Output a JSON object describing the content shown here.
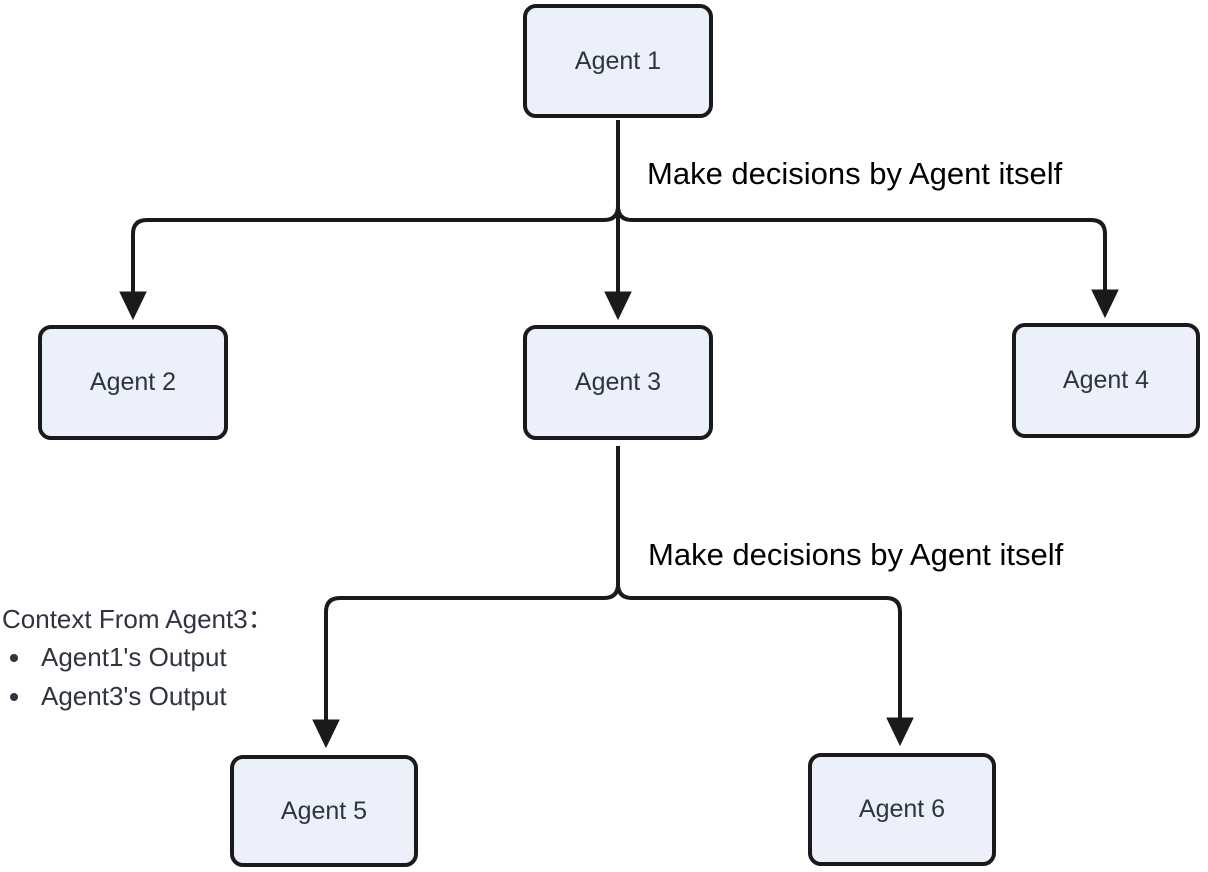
{
  "diagram": {
    "type": "flowchart",
    "nodes": [
      {
        "id": "agent1",
        "label": "Agent 1"
      },
      {
        "id": "agent2",
        "label": "Agent 2"
      },
      {
        "id": "agent3",
        "label": "Agent 3"
      },
      {
        "id": "agent4",
        "label": "Agent 4"
      },
      {
        "id": "agent5",
        "label": "Agent 5"
      },
      {
        "id": "agent6",
        "label": "Agent 6"
      }
    ],
    "edges": [
      {
        "from": "agent1",
        "to": "agent2"
      },
      {
        "from": "agent1",
        "to": "agent3"
      },
      {
        "from": "agent1",
        "to": "agent4"
      },
      {
        "from": "agent3",
        "to": "agent5"
      },
      {
        "from": "agent3",
        "to": "agent6"
      }
    ],
    "edge_labels": [
      {
        "text": "Make decisions by Agent itself"
      },
      {
        "text": "Make decisions by Agent itself"
      }
    ],
    "context_note": {
      "title": "Context From Agent3：",
      "items": [
        "Agent1's Output",
        "Agent3's Output"
      ]
    },
    "colors": {
      "node_fill": "#ebf0fa",
      "node_border": "#1a1a1a",
      "node_text": "#2e3440",
      "edge": "#1a1a1a",
      "label_text": "#000000",
      "note_text": "#2e3440",
      "background": "#ffffff"
    }
  }
}
